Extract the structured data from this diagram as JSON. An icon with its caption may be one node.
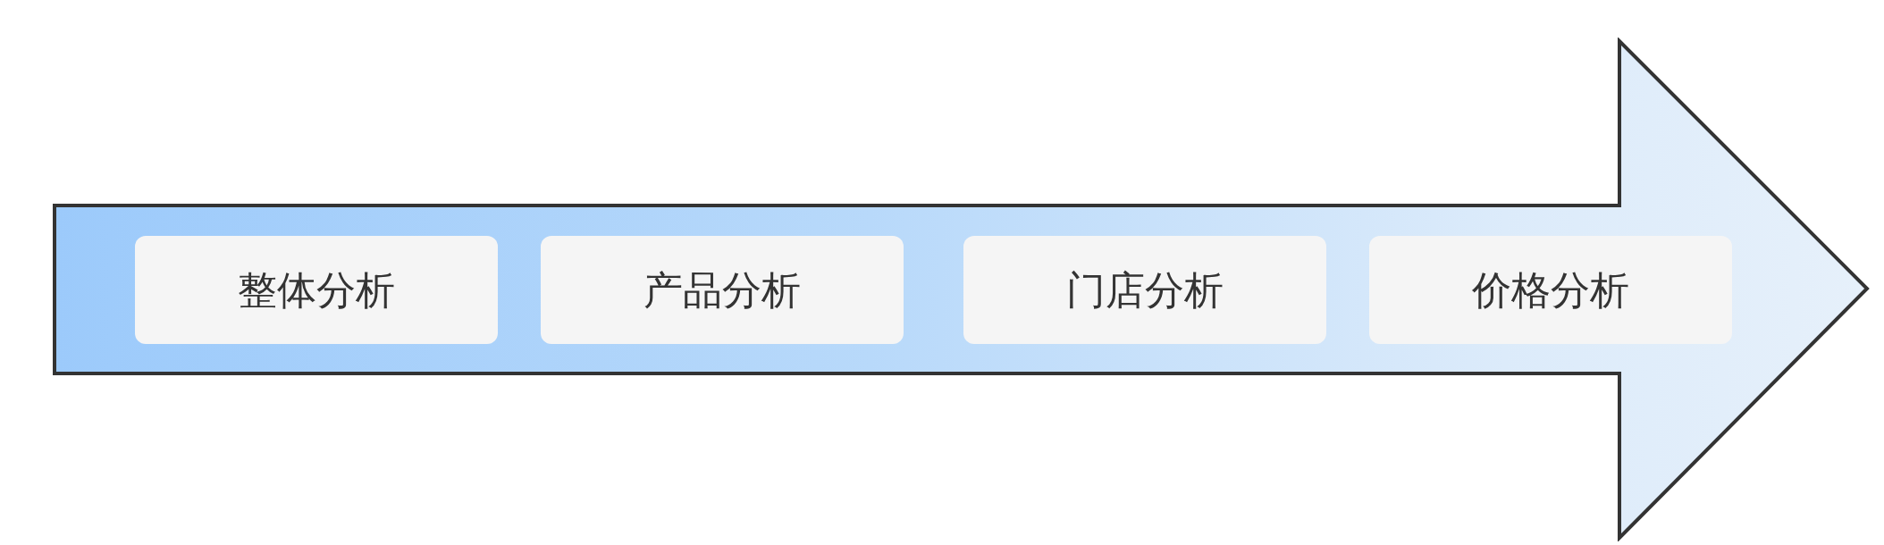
{
  "diagram": {
    "nodes": [
      {
        "text": [],
        "shape": "arrow"
      },
      {
        "text": [
          "整体分析"
        ],
        "in": 0
      },
      {
        "text": [
          "产品分析"
        ],
        "in": 0
      },
      {
        "text": [
          "门店分析"
        ],
        "in": 0
      },
      {
        "text": [
          "价格分析"
        ],
        "in": 0
      }
    ]
  }
}
